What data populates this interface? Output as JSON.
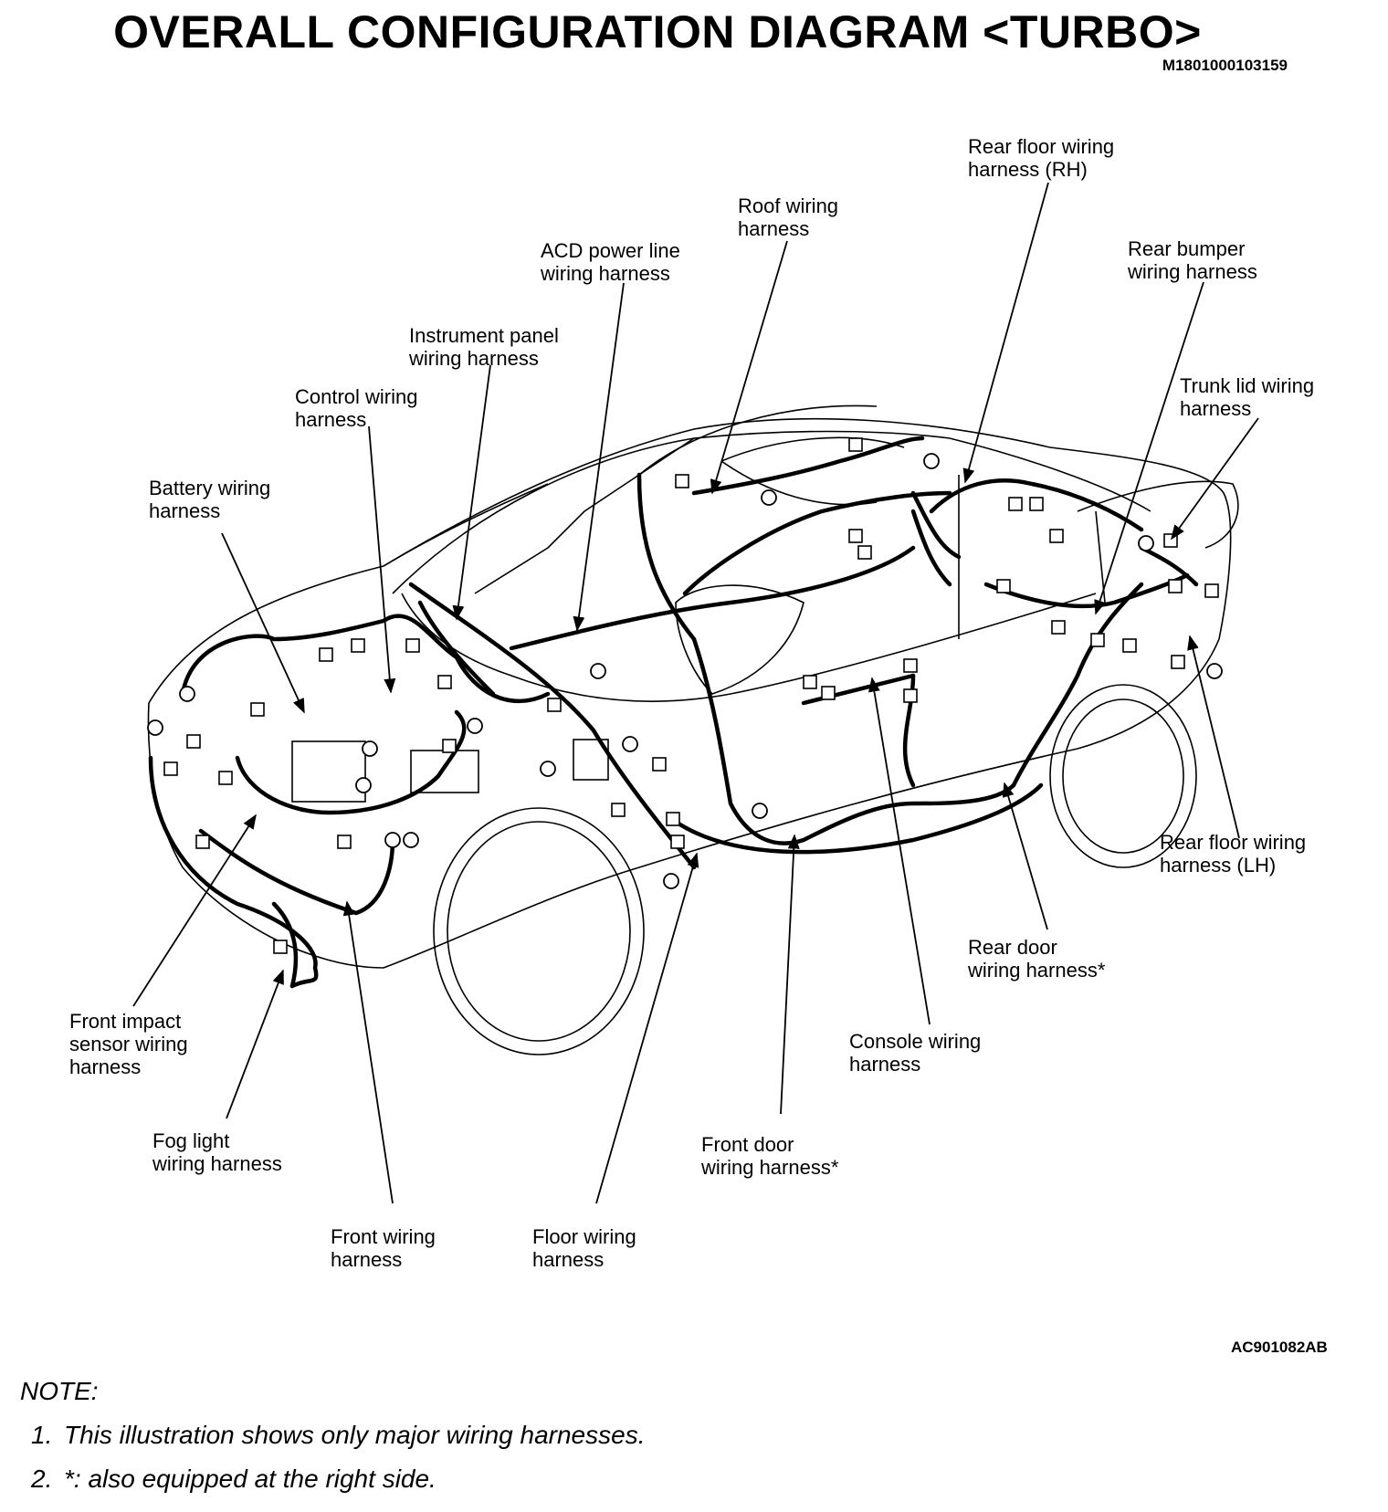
{
  "title": "OVERALL CONFIGURATION DIAGRAM <TURBO>",
  "doc_code": "M1801000103159",
  "figure_code": "AC901082AB",
  "labels": {
    "rear_floor_rh": [
      "Rear floor wiring",
      "harness (RH)"
    ],
    "roof": [
      "Roof wiring",
      "harness"
    ],
    "acd_power": [
      "ACD power line",
      "wiring harness"
    ],
    "rear_bumper": [
      "Rear bumper",
      "wiring harness"
    ],
    "instrument_panel": [
      "Instrument panel",
      "wiring harness"
    ],
    "trunk_lid": [
      "Trunk lid wiring",
      "harness"
    ],
    "control": [
      "Control wiring",
      "harness"
    ],
    "battery": [
      "Battery wiring",
      "harness"
    ],
    "rear_floor_lh": [
      "Rear floor wiring",
      "harness (LH)"
    ],
    "rear_door": [
      "Rear door",
      "wiring harness*"
    ],
    "front_impact": [
      "Front impact",
      "sensor wiring",
      "harness"
    ],
    "console": [
      "Console wiring",
      "harness"
    ],
    "fog_light": [
      "Fog light",
      "wiring harness"
    ],
    "front_door": [
      "Front door",
      "wiring harness*"
    ],
    "front": [
      "Front wiring",
      "harness"
    ],
    "floor": [
      "Floor wiring",
      "harness"
    ]
  },
  "notes": {
    "heading": "NOTE:",
    "items": [
      {
        "num": "1.",
        "text": "This illustration shows only major wiring harnesses."
      },
      {
        "num": "2.",
        "text": "*: also equipped at the right side."
      }
    ]
  }
}
